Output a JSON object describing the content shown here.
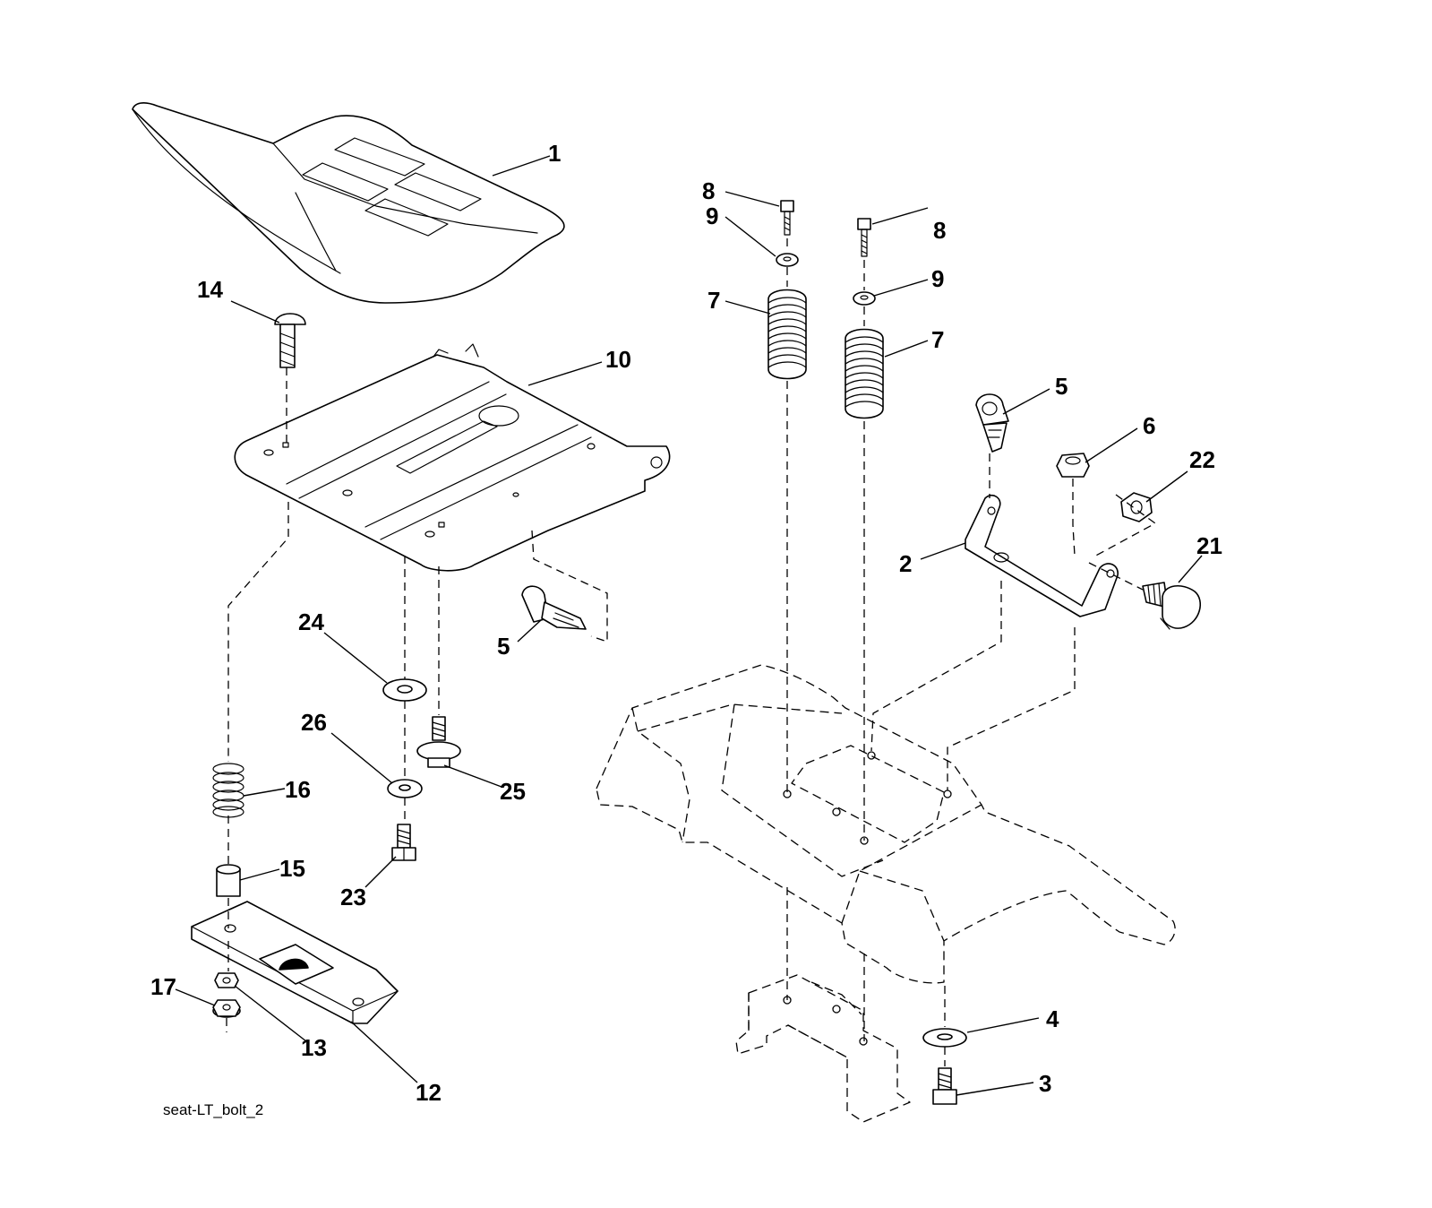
{
  "caption": "seat-LT_bolt_2",
  "callouts": {
    "c1": "1",
    "c14": "14",
    "c10": "10",
    "c5a": "5",
    "c24": "24",
    "c26": "26",
    "c25": "25",
    "c16": "16",
    "c15": "15",
    "c23": "23",
    "c17": "17",
    "c13": "13",
    "c12": "12",
    "c8a": "8",
    "c9a": "9",
    "c7a": "7",
    "c8b": "8",
    "c9b": "9",
    "c7b": "7",
    "c5b": "5",
    "c6": "6",
    "c22": "22",
    "c2": "2",
    "c21": "21",
    "c4": "4",
    "c3": "3"
  }
}
